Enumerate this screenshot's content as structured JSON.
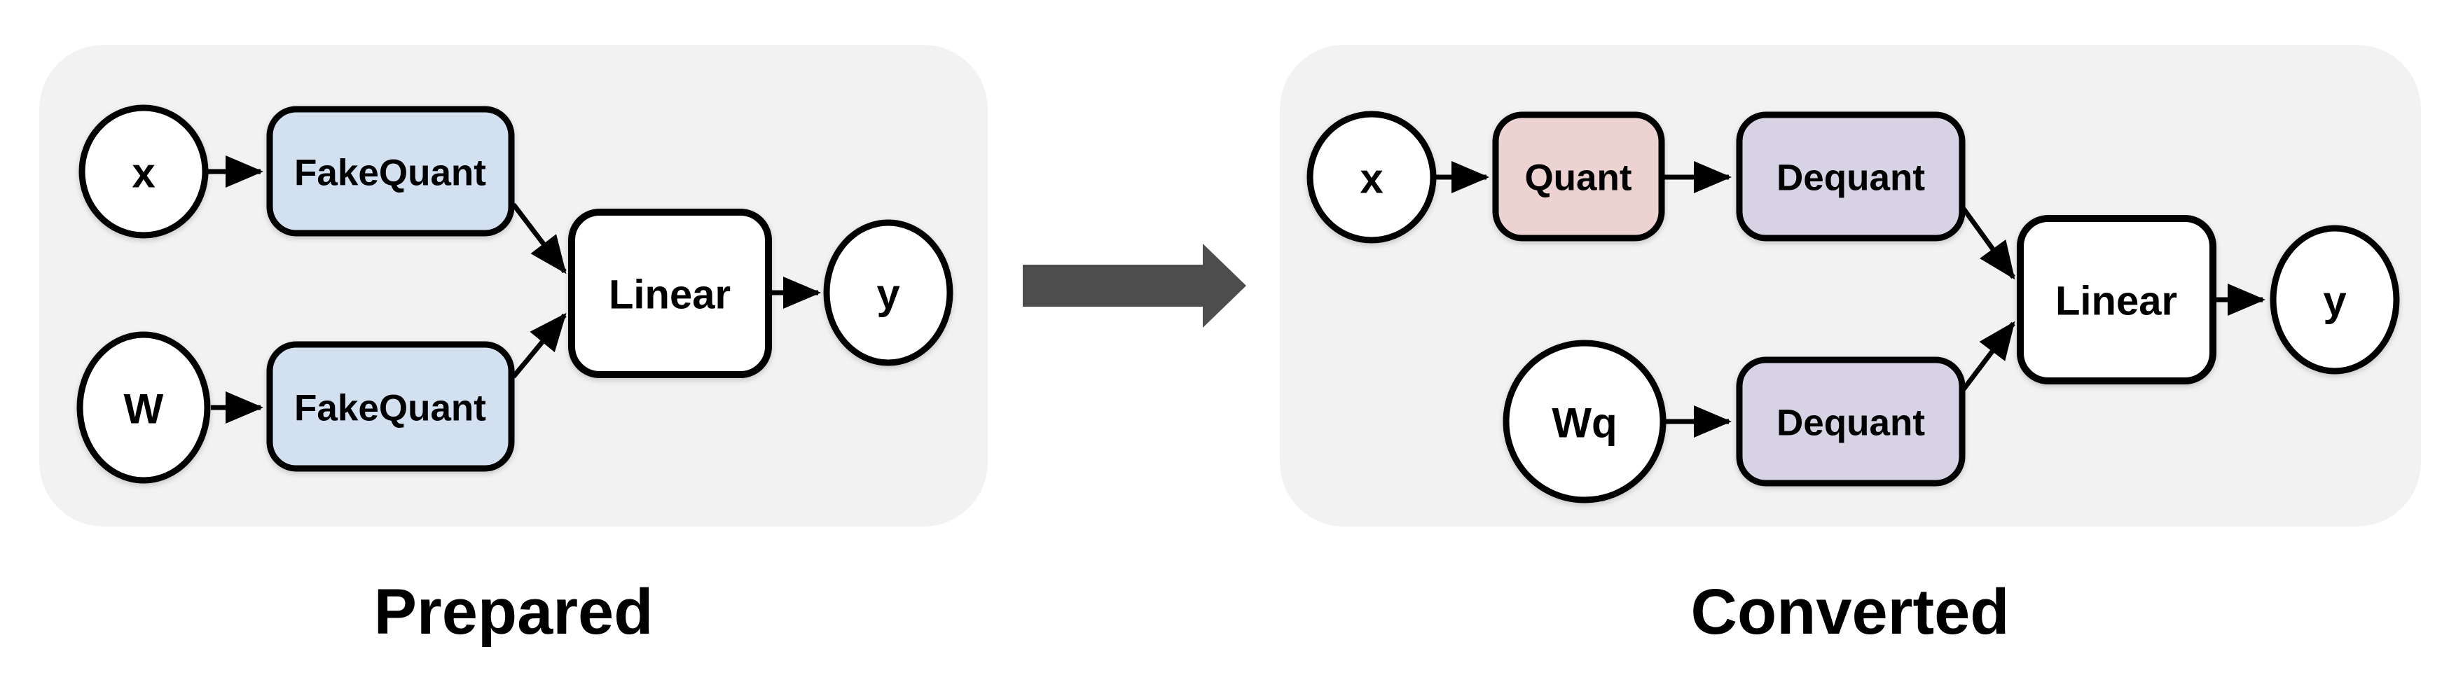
{
  "colors": {
    "background": "#ffffff",
    "panel_background": "#f2f2f2",
    "fakequant_fill": "#d3e0f0",
    "quant_fill": "#ecd2d0",
    "dequant_fill": "#d7d3e4",
    "node_fill": "#ffffff",
    "linear_fill": "#ffffff",
    "outline": "#000000",
    "transform_arrow_fill": "#4d4d4d"
  },
  "prepared": {
    "caption": "Prepared",
    "nodes": {
      "x": "x",
      "w": "W",
      "fakequant_top": "FakeQuant",
      "fakequant_bottom": "FakeQuant",
      "linear": "Linear",
      "y": "y"
    }
  },
  "converted": {
    "caption": "Converted",
    "nodes": {
      "x": "x",
      "wq": "Wq",
      "quant": "Quant",
      "dequant_top": "Dequant",
      "dequant_bottom": "Dequant",
      "linear": "Linear",
      "y": "y"
    }
  }
}
